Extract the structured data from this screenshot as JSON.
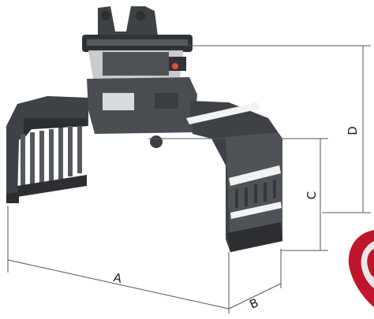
{
  "diagram": {
    "subject": "sorting-grab",
    "dimension_labels": {
      "a": "A",
      "b": "B",
      "c": "C",
      "d": "D"
    },
    "colors": {
      "body": "#4a4d52",
      "body_dark": "#2c2e32",
      "body_light": "#6a6e74",
      "stripe": "#f2f2f2",
      "dimension_line": "#555555",
      "accent_red": "#c0162b"
    }
  }
}
